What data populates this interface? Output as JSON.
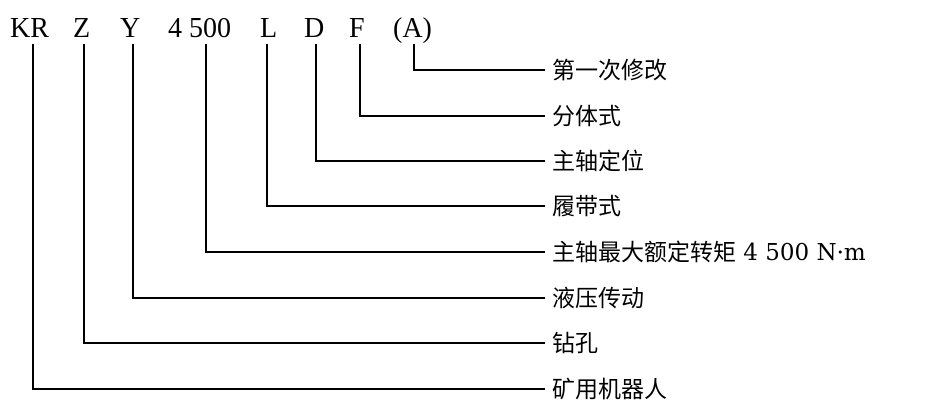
{
  "model_code": {
    "segments": [
      {
        "code": "KR"
      },
      {
        "code": "Z"
      },
      {
        "code": "Y"
      },
      {
        "code": "4 500"
      },
      {
        "code": "L"
      },
      {
        "code": "D"
      },
      {
        "code": "F"
      },
      {
        "code": "(A)"
      }
    ]
  },
  "descriptions": [
    {
      "text": "第一次修改",
      "segment": 7
    },
    {
      "text": "分体式",
      "segment": 6
    },
    {
      "text": "主轴定位",
      "segment": 5
    },
    {
      "text": "履带式",
      "segment": 4
    },
    {
      "text": "主轴最大额定转矩 4 500 N·m",
      "segment": 3
    },
    {
      "text": "液压传动",
      "segment": 2
    },
    {
      "text": "钻孔",
      "segment": 1
    },
    {
      "text": "矿用机器人",
      "segment": 0
    }
  ]
}
